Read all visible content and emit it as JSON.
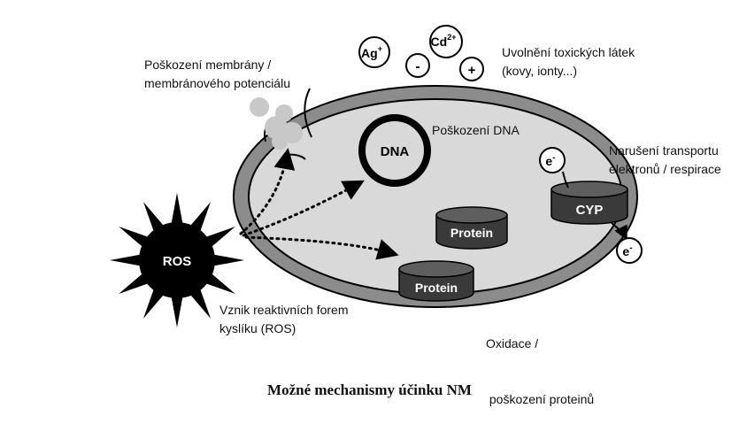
{
  "diagram": {
    "caption": "Možné mechanismy účinku NM",
    "labels": {
      "membrane_damage": [
        "Poškození membrány /",
        "membránového potenciálu"
      ],
      "toxic_release": [
        "Uvolnění toxických látek",
        "(kovy, ionty...)"
      ],
      "dna_damage": "Poškození DNA",
      "electron_transport": [
        "Narušení transportu",
        "elektronů / respirace"
      ],
      "ros_formation": [
        "Vznik reaktivních forem",
        "kyslíku (ROS)"
      ],
      "protein_oxidation": [
        "Oxidace /",
        " poškození proteinů"
      ]
    },
    "nodes": {
      "ros": "ROS",
      "dna": "DNA",
      "protein_inner": "Protein",
      "protein_membrane": "Protein",
      "cyp": "CYP",
      "electron": "e",
      "electron_sup": "-",
      "ag": "Ag",
      "ag_sup": "+",
      "cd": "Cd",
      "cd_sup": "2+",
      "minus": "-",
      "plus": "+"
    }
  }
}
